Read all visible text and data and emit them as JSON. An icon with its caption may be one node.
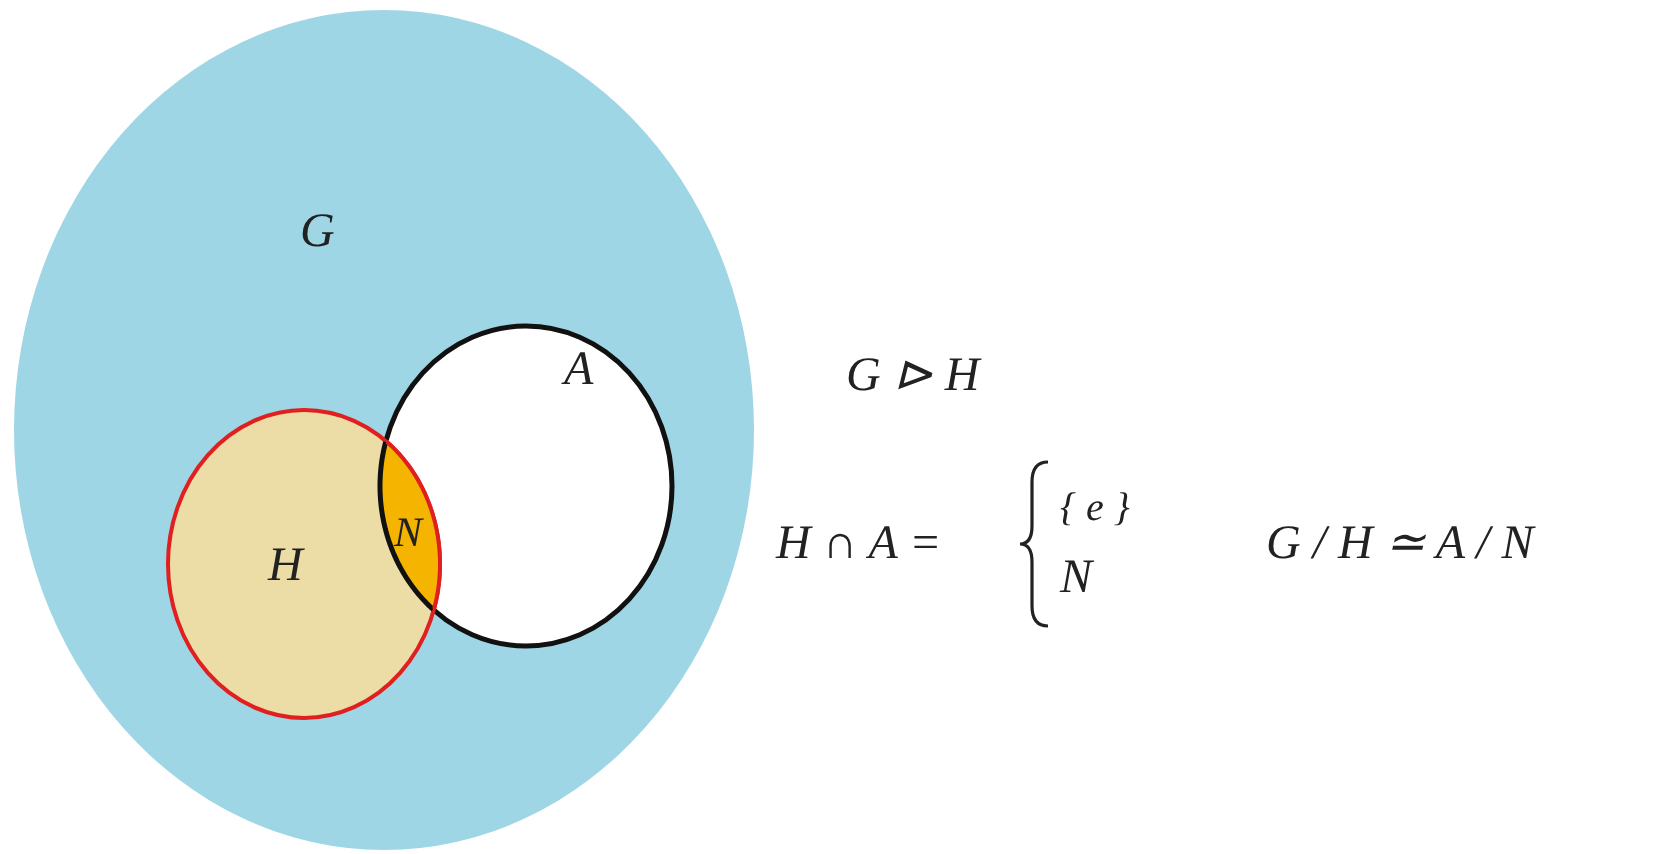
{
  "diagram": {
    "nodes": [
      {
        "text": [
          "G"
        ]
      },
      {
        "text": [
          "A"
        ],
        "in": 0
      },
      {
        "text": [
          "H"
        ],
        "in": 0
      },
      {
        "text": [
          "N"
        ]
      }
    ],
    "labels": [
      "G ⊳ H",
      "H ∩ A =",
      "{ e }",
      "N",
      "G / H ≃ A / N"
    ]
  }
}
